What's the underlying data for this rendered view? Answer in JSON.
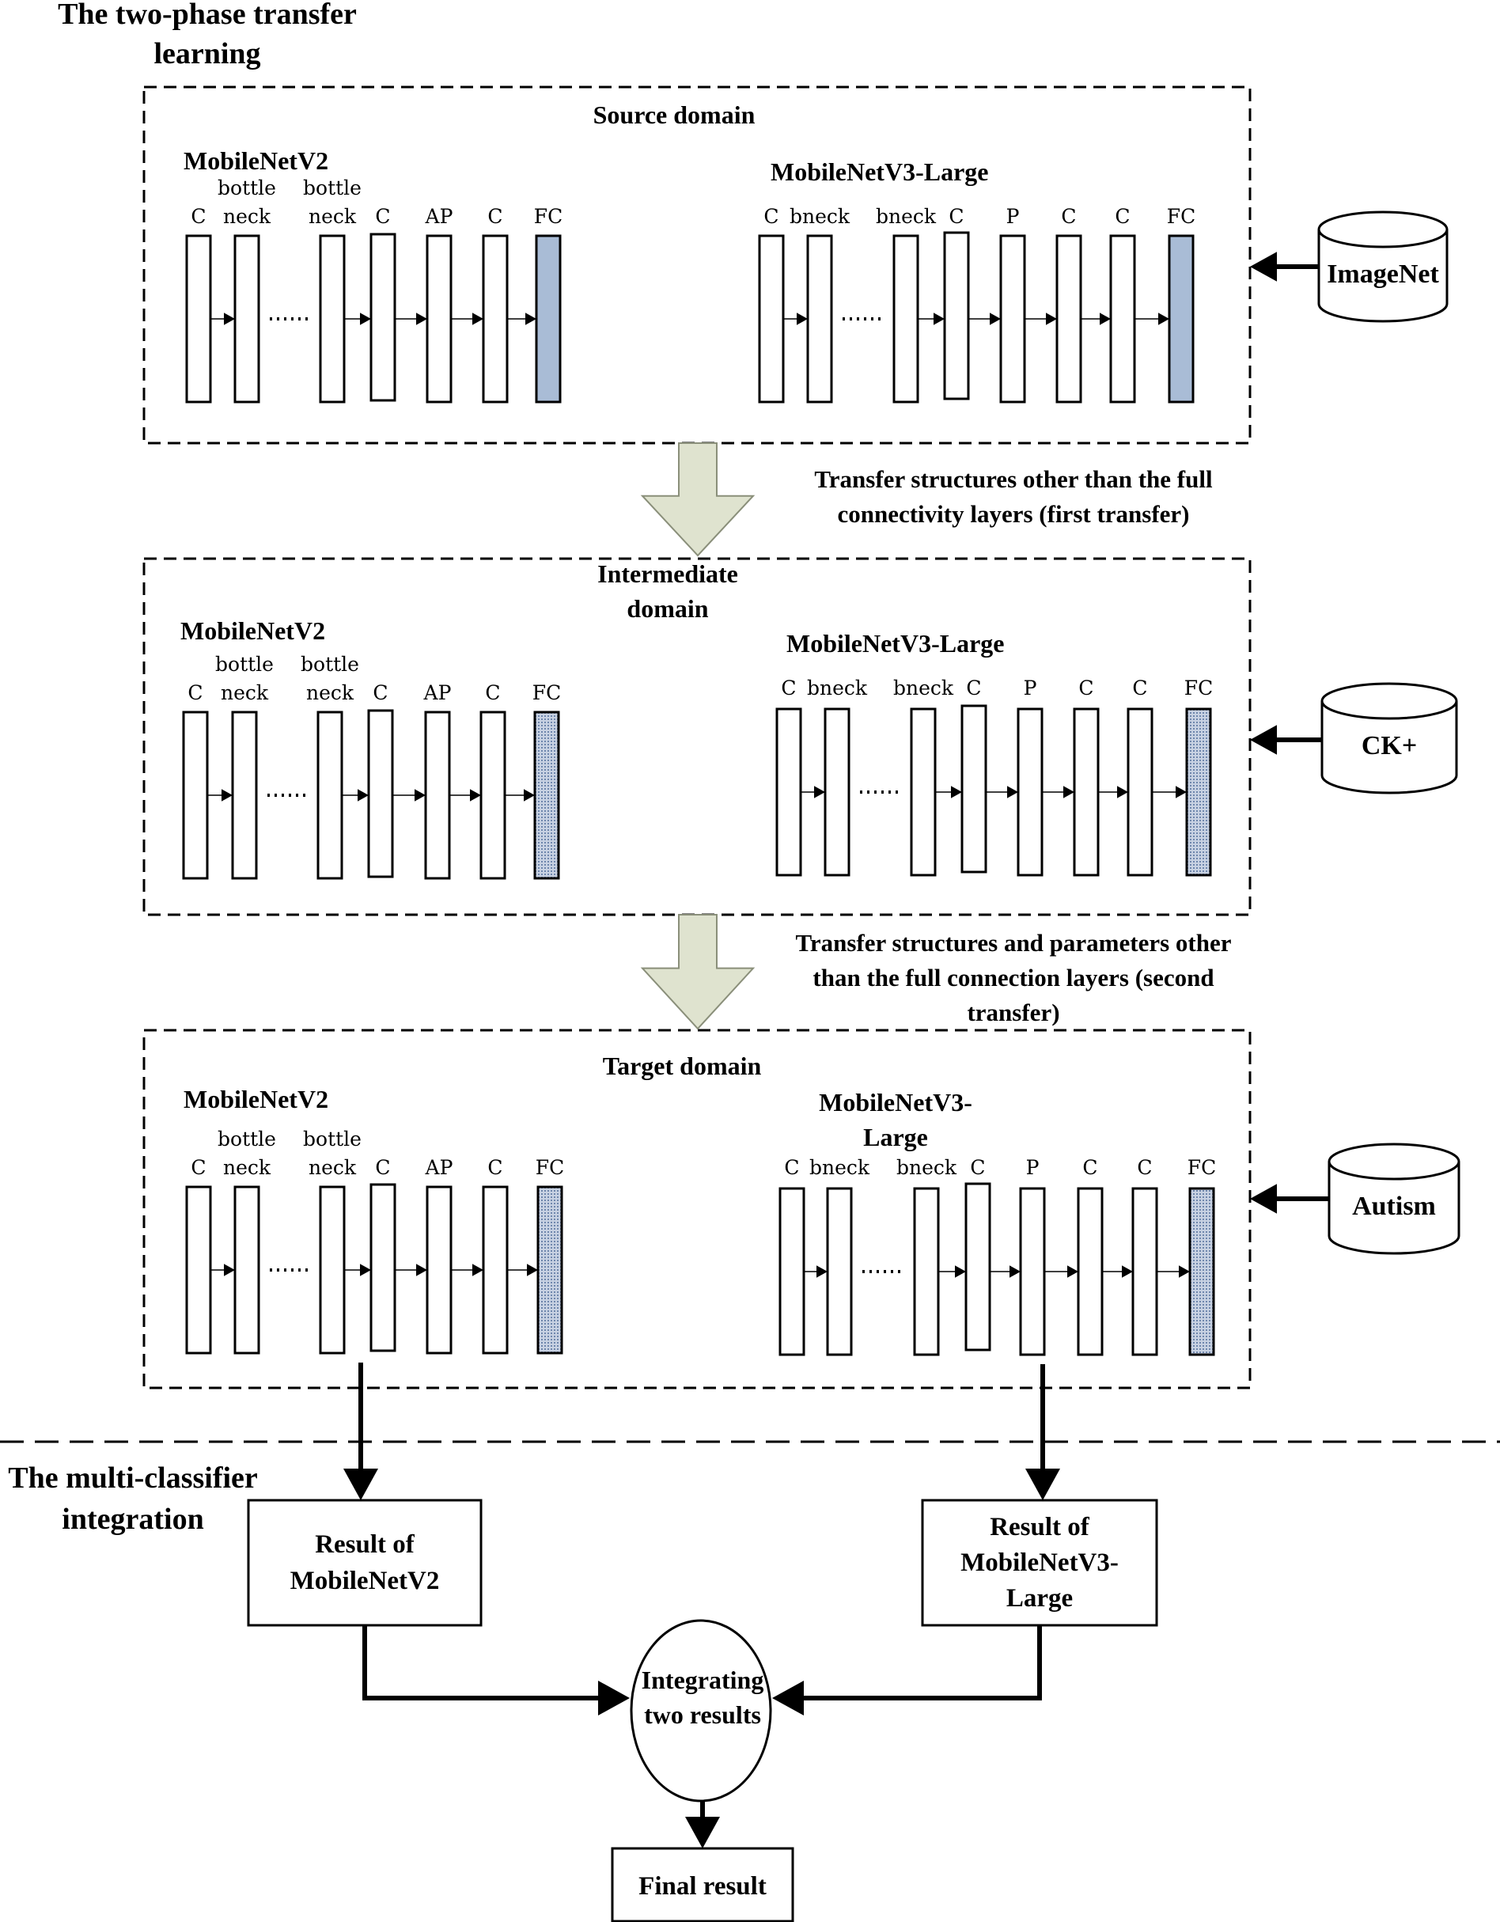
{
  "sections": {
    "transfer_title": [
      "The two-phase transfer",
      "learning"
    ],
    "integration_title": [
      "The multi-classifier",
      "integration"
    ]
  },
  "domains": [
    {
      "title": [
        "Source domain"
      ],
      "fc_style": "solid",
      "dataset": "ImageNet",
      "v2_name": [
        "MobileNetV2"
      ],
      "v3_name": [
        "MobileNetV3-Large"
      ],
      "v2_labels": [
        "C",
        "bottle\nneck",
        "bottle\nneck",
        "C",
        "AP",
        "C",
        "FC"
      ],
      "v3_labels": [
        "C",
        "bneck",
        "bneck",
        "C",
        "P",
        "C",
        "C",
        "FC"
      ]
    },
    {
      "title": [
        "Intermediate",
        "domain"
      ],
      "fc_style": "dotted",
      "dataset": "CK+",
      "v2_name": [
        "MobileNetV2"
      ],
      "v3_name": [
        "MobileNetV3-Large"
      ],
      "v2_labels": [
        "C",
        "bottle\nneck",
        "bottle\nneck",
        "C",
        "AP",
        "C",
        "FC"
      ],
      "v3_labels": [
        "C",
        "bneck",
        "bneck",
        "C",
        "P",
        "C",
        "C",
        "FC"
      ]
    },
    {
      "title": [
        "Target domain"
      ],
      "fc_style": "dotted",
      "dataset": "Autism",
      "v2_name": [
        "MobileNetV2"
      ],
      "v3_name": [
        "MobileNetV3-",
        "Large"
      ],
      "v2_labels": [
        "C",
        "bottle\nneck",
        "bottle\nneck",
        "C",
        "AP",
        "C",
        "FC"
      ],
      "v3_labels": [
        "C",
        "bneck",
        "bneck",
        "C",
        "P",
        "C",
        "C",
        "FC"
      ]
    }
  ],
  "transfers": [
    [
      "Transfer structures other than the full",
      "connectivity layers (first transfer)"
    ],
    [
      "Transfer structures and parameters other",
      "than the full connection layers (second",
      "transfer)"
    ]
  ],
  "results": {
    "v2": [
      "Result of",
      "MobileNetV2"
    ],
    "v3": [
      "Result of",
      "MobileNetV3-",
      "Large"
    ],
    "integrate": [
      "Integrating",
      "two results"
    ],
    "final": "Final result"
  },
  "colors": {
    "fc_fill": "#a9bcd6",
    "fc_grid": "#b7c3d6",
    "transfer_arrow_fill": "#dfe3cf",
    "line": "#000000"
  }
}
